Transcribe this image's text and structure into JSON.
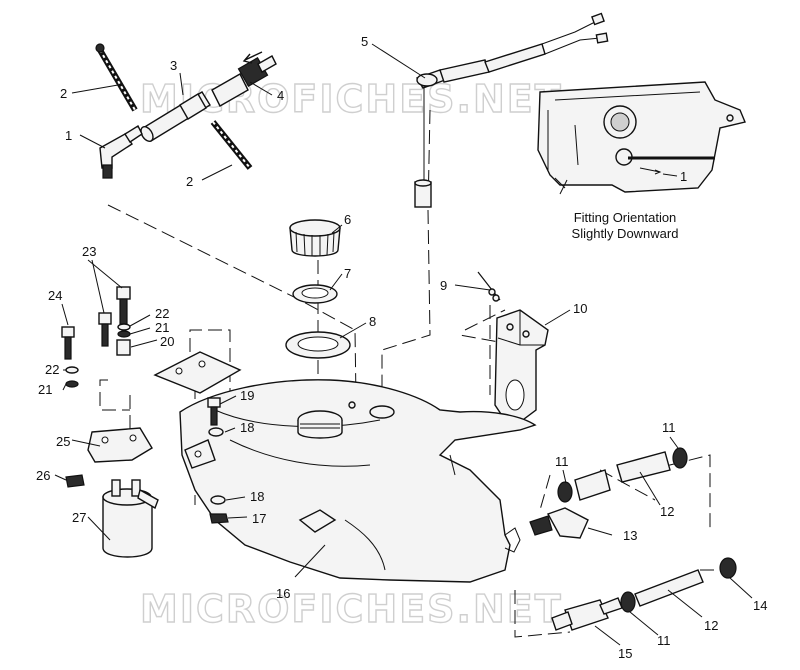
{
  "watermark": "MICROFICHES.NET",
  "inset_note": {
    "line1": "Fitting Orientation",
    "line2": "Slightly Downward",
    "callout": "1"
  },
  "callouts": {
    "c1": "1",
    "c2a": "2",
    "c2b": "2",
    "c3": "3",
    "c4": "4",
    "c5": "5",
    "c6": "6",
    "c7": "7",
    "c8": "8",
    "c9": "9",
    "c10": "10",
    "c11a": "11",
    "c11b": "11",
    "c11c": "11",
    "c12a": "12",
    "c12b": "12",
    "c13": "13",
    "c14": "14",
    "c15": "15",
    "c16": "16",
    "c17": "17",
    "c18a": "18",
    "c18b": "18",
    "c19": "19",
    "c20": "20",
    "c21a": "21",
    "c21b": "21",
    "c22a": "22",
    "c22b": "22",
    "c23": "23",
    "c24": "24",
    "c25": "25",
    "c26": "26",
    "c27": "27"
  }
}
